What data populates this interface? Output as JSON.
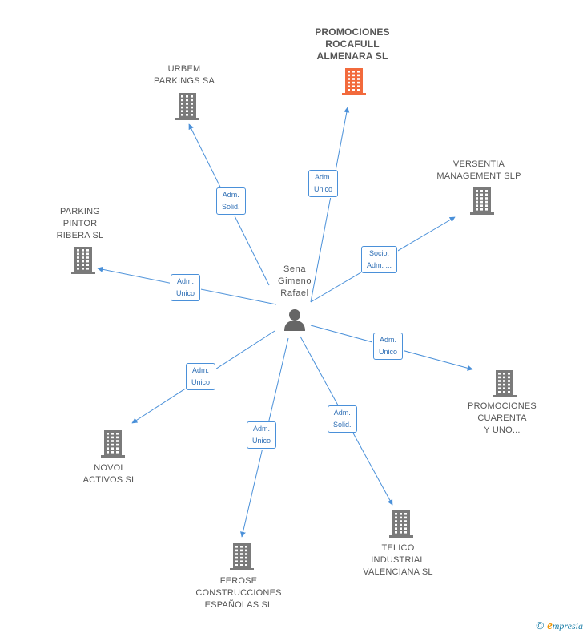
{
  "colors": {
    "edge": "#4a90d9",
    "building": "#7a7a7a",
    "highlight": "#f26a3c",
    "person": "#666666"
  },
  "center": {
    "name_lines": [
      "Sena",
      "Gimeno",
      "Rafael"
    ],
    "icon": "person-icon"
  },
  "nodes": [
    {
      "id": "promociones-rocafull",
      "lines": [
        "PROMOCIONES",
        "ROCAFULL",
        "ALMENARA SL"
      ],
      "highlight": true,
      "icon": "building-icon"
    },
    {
      "id": "urbem",
      "lines": [
        "URBEM",
        "PARKINGS SA"
      ],
      "highlight": false,
      "icon": "building-icon"
    },
    {
      "id": "versentia",
      "lines": [
        "VERSENTIA",
        "MANAGEMENT SLP"
      ],
      "highlight": false,
      "icon": "building-icon"
    },
    {
      "id": "parking-pintor",
      "lines": [
        "PARKING",
        "PINTOR",
        "RIBERA SL"
      ],
      "highlight": false,
      "icon": "building-icon"
    },
    {
      "id": "promociones-cuarenta",
      "lines": [
        "PROMOCIONES",
        "CUARENTA",
        "Y UNO..."
      ],
      "highlight": false,
      "icon": "building-icon"
    },
    {
      "id": "novol",
      "lines": [
        "NOVOL",
        "ACTIVOS SL"
      ],
      "highlight": false,
      "icon": "building-icon"
    },
    {
      "id": "telico",
      "lines": [
        "TELICO",
        "INDUSTRIAL",
        "VALENCIANA SL"
      ],
      "highlight": false,
      "icon": "building-icon"
    },
    {
      "id": "ferose",
      "lines": [
        "FEROSE",
        "CONSTRUCCIONES",
        "ESPAÑOLAS SL"
      ],
      "highlight": false,
      "icon": "building-icon"
    }
  ],
  "edges": [
    {
      "to": "promociones-rocafull",
      "role": [
        "Adm.",
        "Unico"
      ]
    },
    {
      "to": "urbem",
      "role": [
        "Adm.",
        "Solid."
      ]
    },
    {
      "to": "versentia",
      "role": [
        "Socio,",
        "Adm. ..."
      ]
    },
    {
      "to": "parking-pintor",
      "role": [
        "Adm.",
        "Unico"
      ]
    },
    {
      "to": "promociones-cuarenta",
      "role": [
        "Adm.",
        "Unico"
      ]
    },
    {
      "to": "novol",
      "role": [
        "Adm.",
        "Unico"
      ]
    },
    {
      "to": "telico",
      "role": [
        "Adm.",
        "Solid."
      ]
    },
    {
      "to": "ferose",
      "role": [
        "Adm.",
        "Unico"
      ]
    }
  ],
  "footer": {
    "copyright": "©",
    "brand_initial": "e",
    "brand_rest": "mpresia"
  }
}
